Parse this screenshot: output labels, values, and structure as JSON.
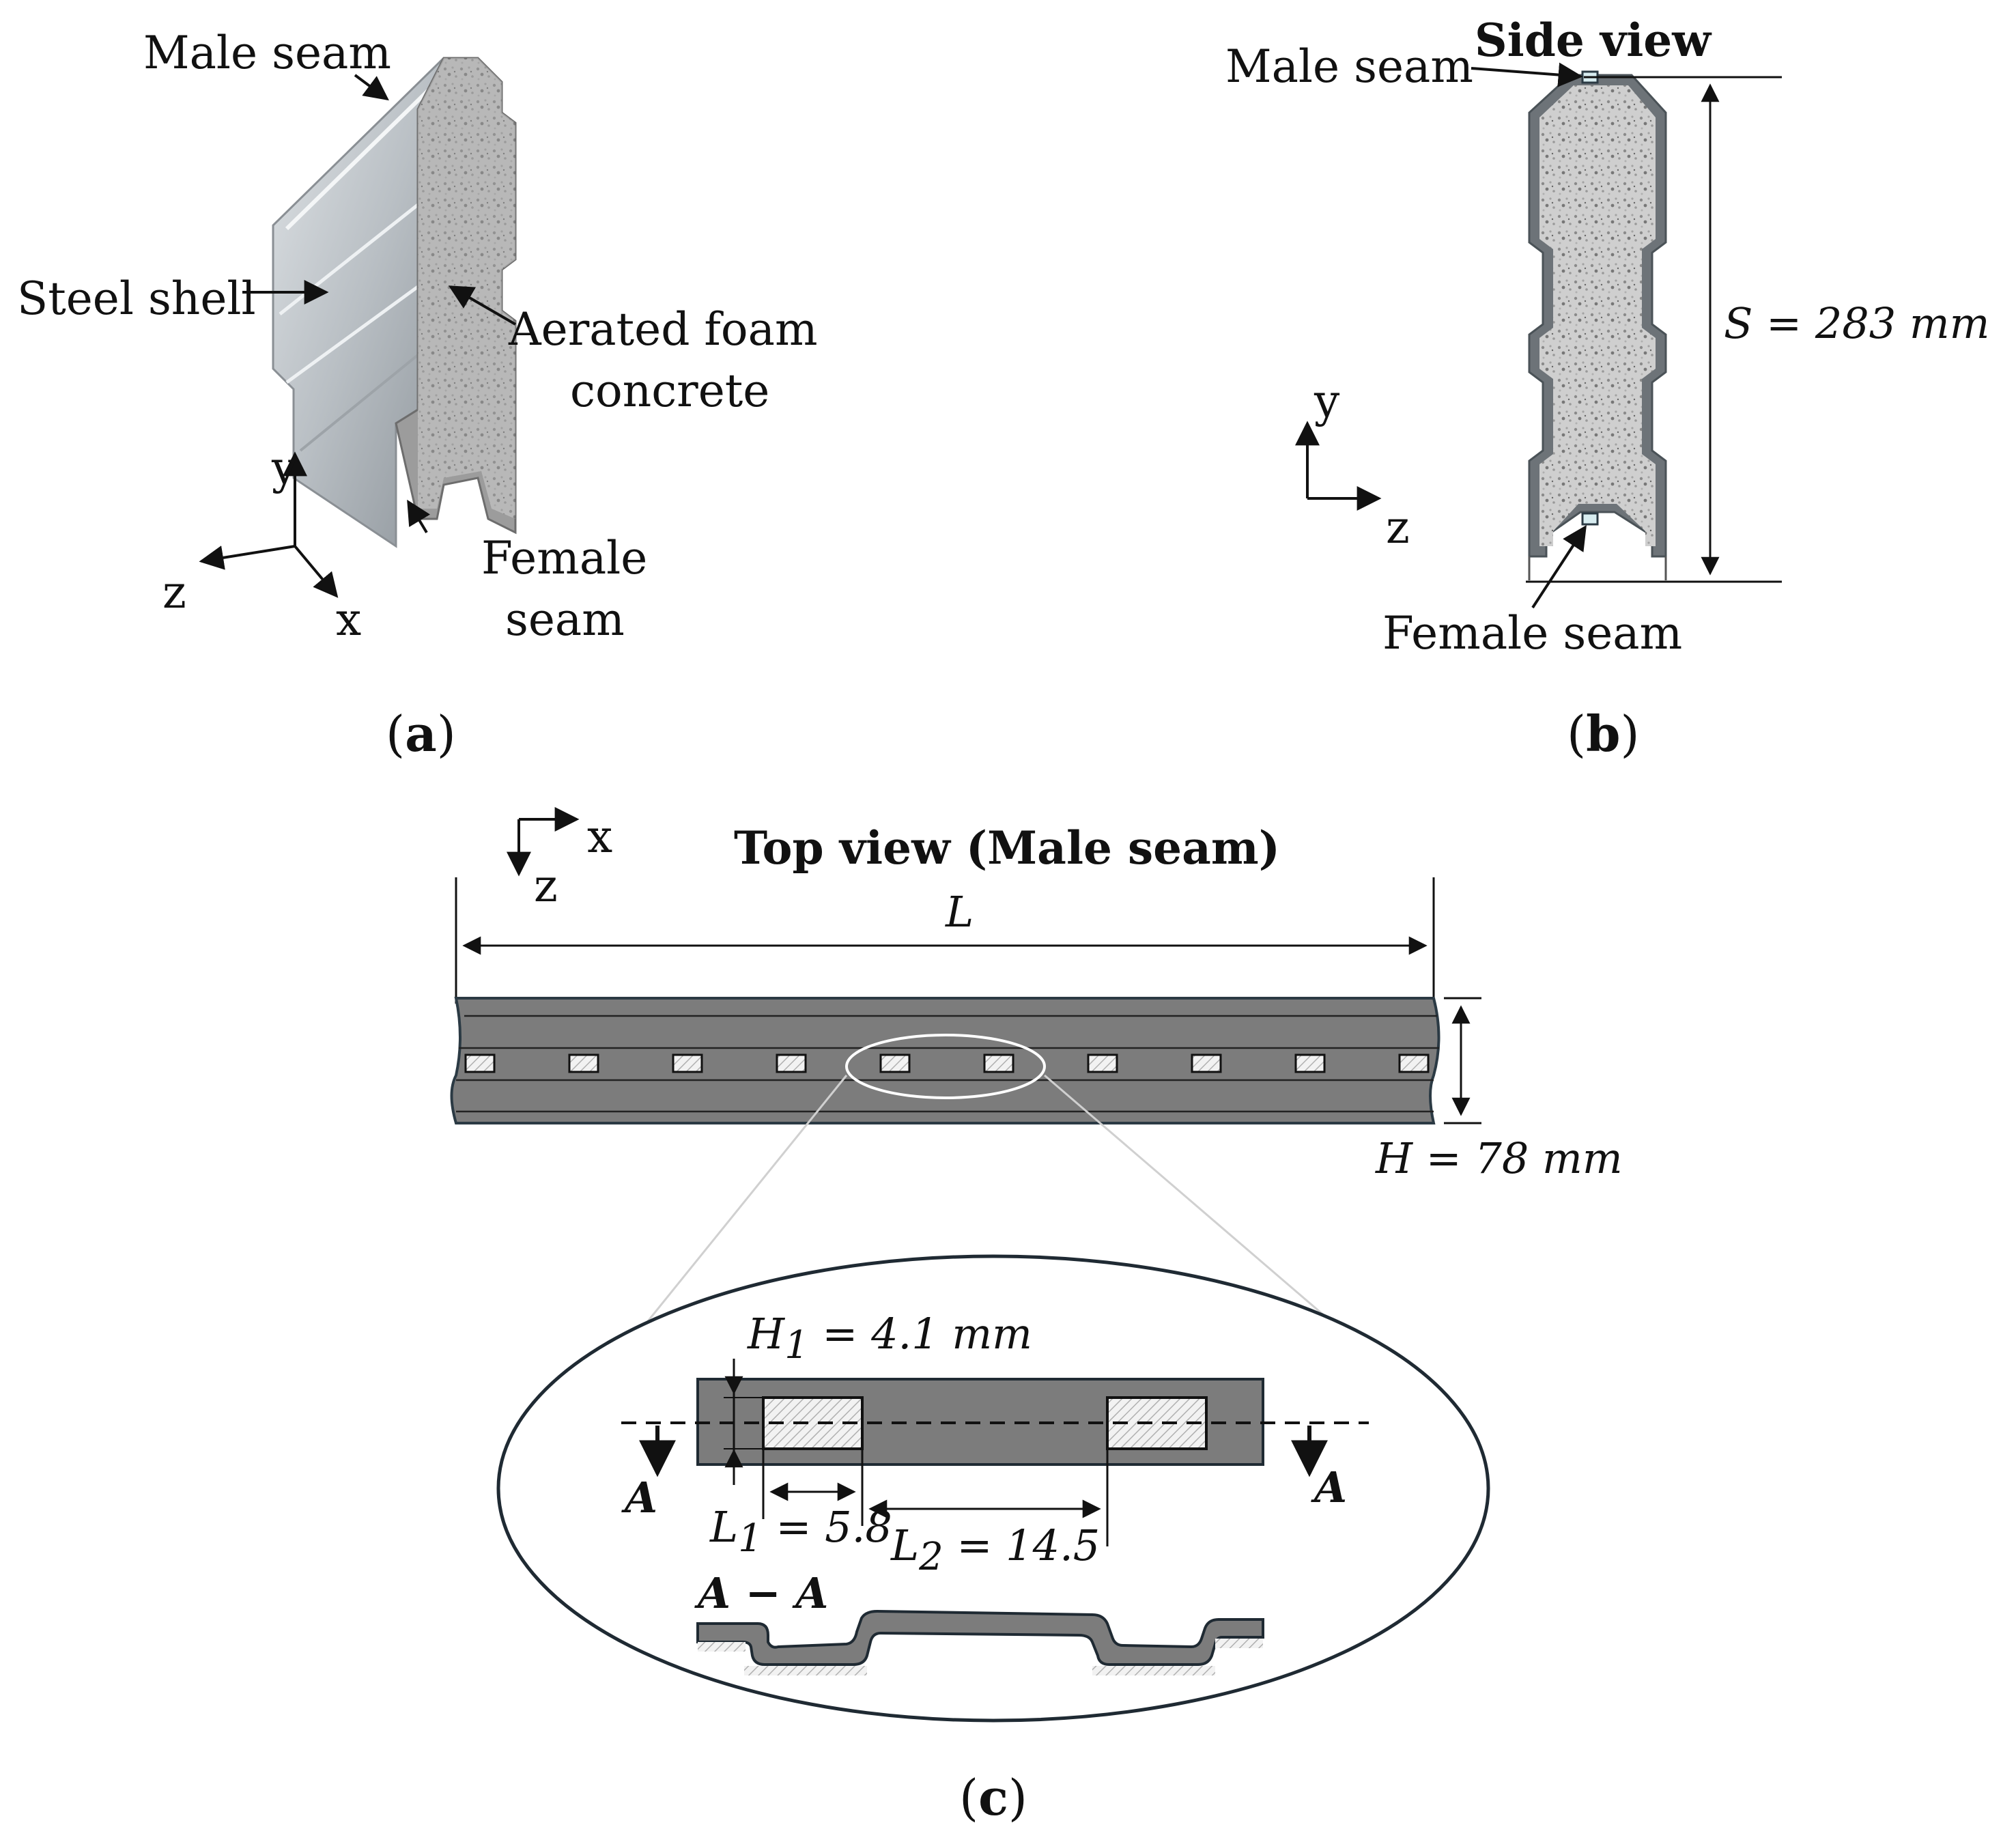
{
  "panel_a": {
    "male_seam": "Male seam",
    "steel_shell": "Steel shell",
    "foam_line1": "Aerated foam",
    "foam_line2": "concrete",
    "female_line1": "Female",
    "female_line2": "seam",
    "axis_y": "y",
    "axis_z": "z",
    "axis_x": "x",
    "caption_open": "(",
    "caption_letter": "a",
    "caption_close": ")"
  },
  "panel_b": {
    "title": "Side view",
    "male_seam": "Male seam",
    "female_seam": "Female seam",
    "dimension": "S = 283 mm",
    "axis_y": "y",
    "axis_z": "z",
    "caption_open": "(",
    "caption_letter": "b",
    "caption_close": ")"
  },
  "panel_c": {
    "title": "Top view (Male seam)",
    "axis_x": "x",
    "axis_z": "z",
    "length": "L",
    "height": "H = 78 mm",
    "h1_main": "H",
    "h1_sub": "1",
    "h1_rest": " = 4.1 mm",
    "l1_main": "L",
    "l1_sub": "1",
    "l1_rest": " = 5.8",
    "l2_main": "L",
    "l2_sub": "2",
    "l2_rest": " = 14.5",
    "section_mark_left": "A",
    "section_mark_right": "A",
    "section_title": "A − A",
    "caption_open": "(",
    "caption_letter": "c",
    "caption_close": ")"
  },
  "colors": {
    "steel_dark": "#7a7a7a",
    "steel_edge": "#2b3a44",
    "foam": "#c9c9c9",
    "ellipse": "#1f2a33"
  }
}
